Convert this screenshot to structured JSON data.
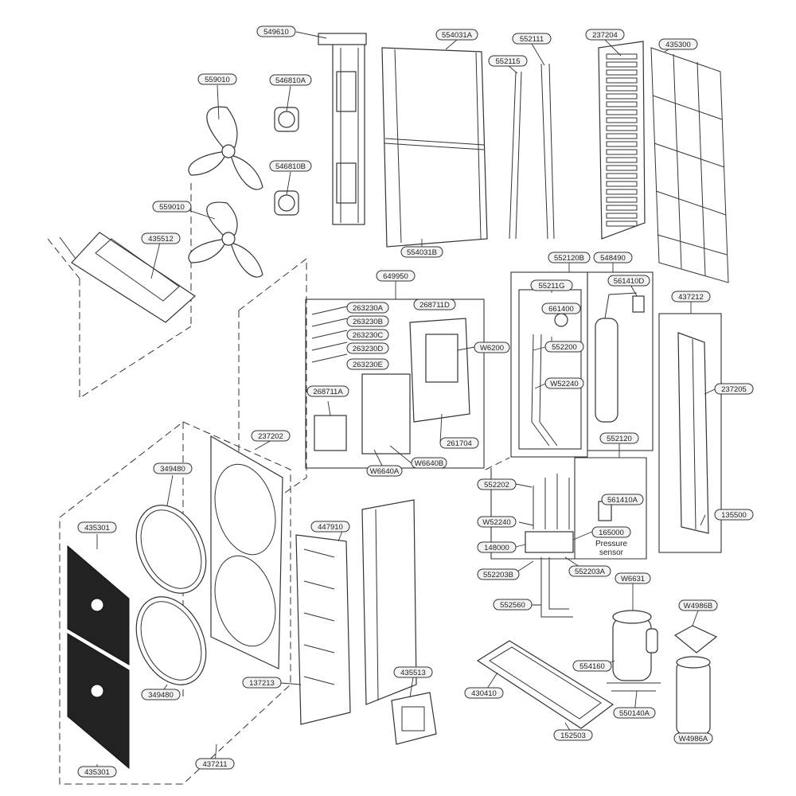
{
  "parts": {
    "p549610": "549610",
    "p554031A": "554031A",
    "p552111": "552111",
    "p237204": "237204",
    "p435300": "435300",
    "p552115": "552115",
    "p559010a": "559010",
    "p546810A": "546810A",
    "p546810B": "546810B",
    "p559010b": "559010",
    "p435512": "435512",
    "p554031B": "554031B",
    "p552120B": "552120B",
    "p548490": "548490",
    "p649950": "649950",
    "p55211G": "55211G",
    "p561410D": "561410D",
    "p661400": "661400",
    "p437212": "437212",
    "p263230A": "263230A",
    "p263230B": "263230B",
    "p263230C": "263230C",
    "p263230D": "263230D",
    "p263230E": "263230E",
    "p268711D": "268711D",
    "pW6200": "W6200",
    "p552200": "552200",
    "pW52240a": "W52240",
    "p268711A": "268711A",
    "p237205": "237205",
    "p261704": "261704",
    "p237202": "237202",
    "pW6640B": "W6640B",
    "pW6640A": "W6640A",
    "p552120": "552120",
    "p349480a": "349480",
    "p552202": "552202",
    "p561410A": "561410A",
    "p447910": "447910",
    "p435301a": "435301",
    "pW52240b": "W52240",
    "p165000": "165000",
    "p135500": "135500",
    "p148000": "148000",
    "p552203B": "552203B",
    "p552203A": "552203A",
    "pW6631": "W6631",
    "p552560": "552560",
    "pW4986B": "W4986B",
    "p435513": "435513",
    "p349480b": "349480",
    "p554160": "554160",
    "p137213": "137213",
    "p430410": "430410",
    "p550140A": "550140A",
    "p152503": "152503",
    "pW4986A": "W4986A",
    "p435301b": "435301",
    "p437211": "437211"
  },
  "notes": {
    "pressure_line1": "Pressure",
    "pressure_line2": "sensor"
  }
}
